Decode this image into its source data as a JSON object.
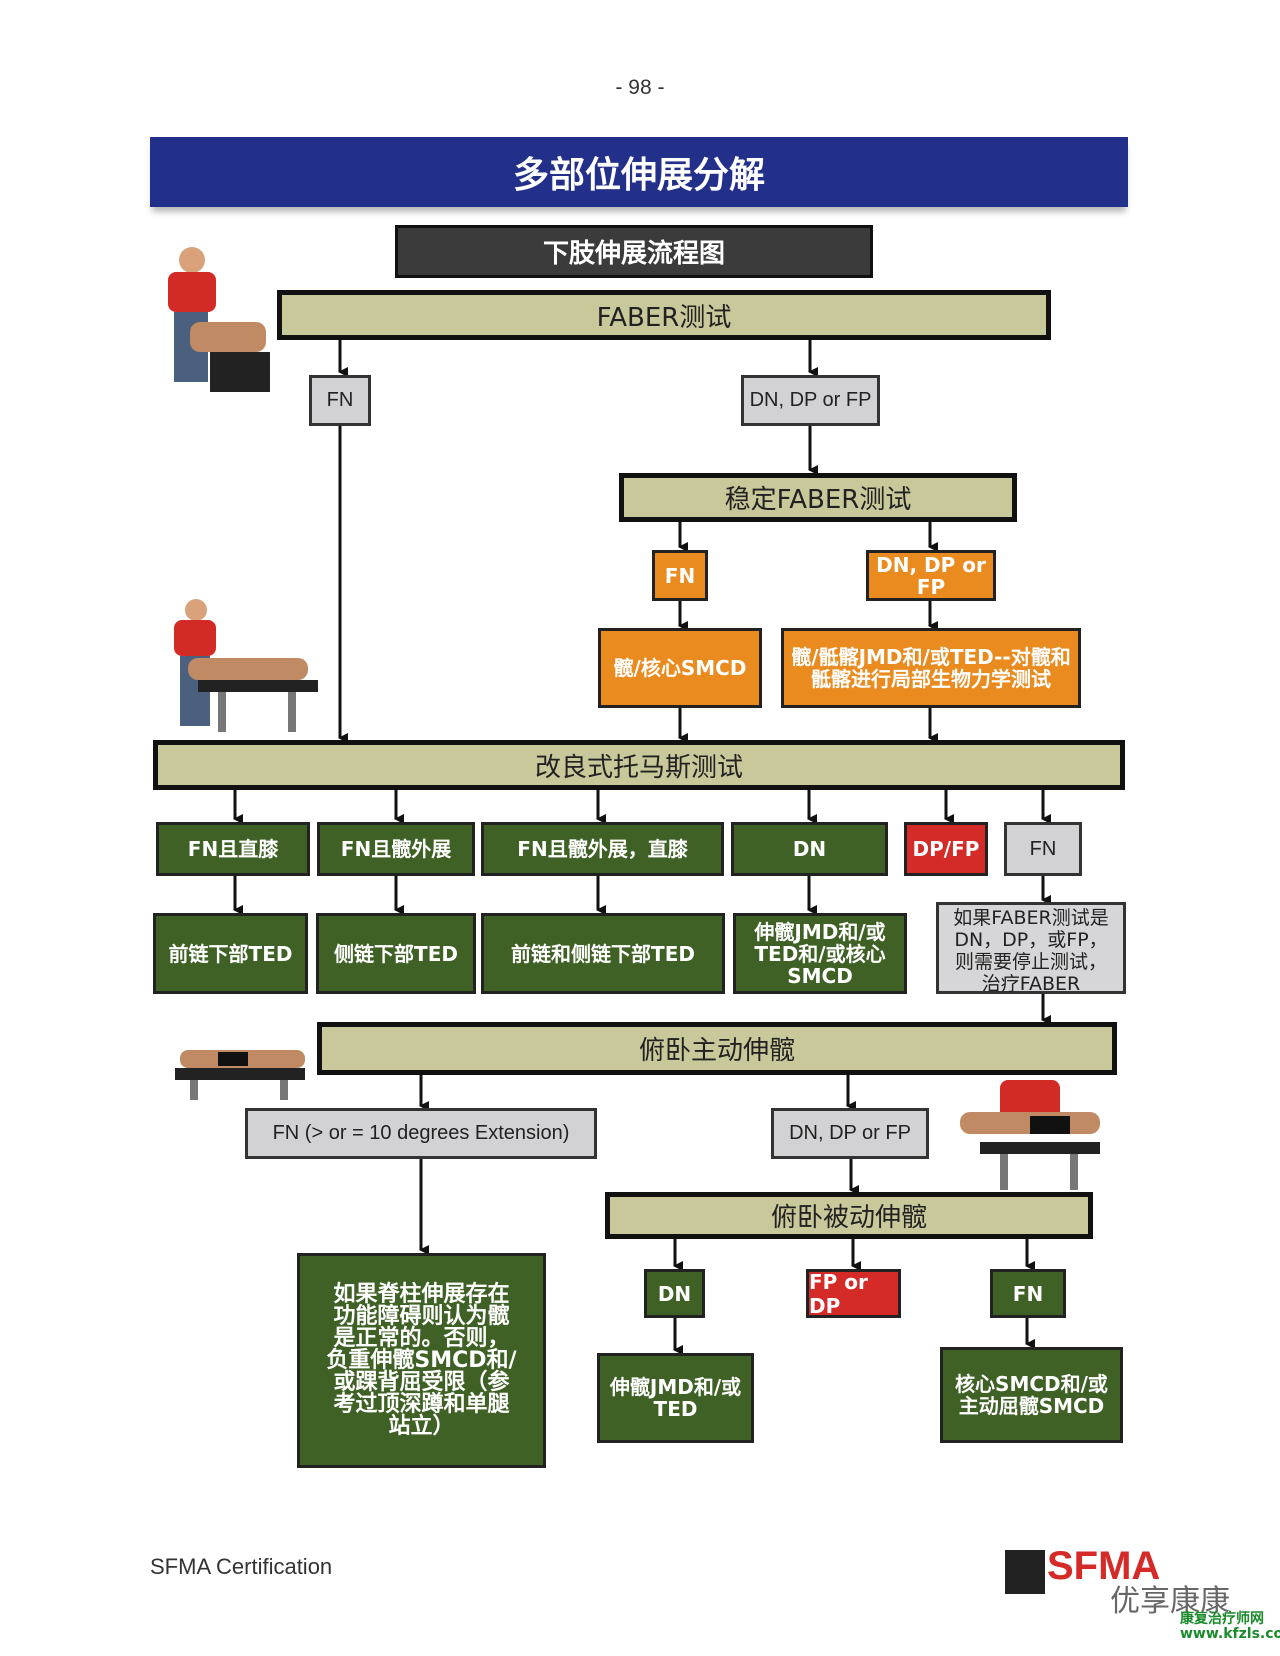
{
  "page_number": "- 98 -",
  "banner_title": "多部位伸展分解",
  "chart_title": "下肢伸展流程图",
  "faber": {
    "label": "FABER测试",
    "fn": "FN",
    "dn": "DN, DP or FP"
  },
  "stable_faber": {
    "label": "稳定FABER测试",
    "fn": "FN",
    "dn": "DN, DP or FP",
    "fn_result": "髋/核心SMCD",
    "dn_result_line1": "髋/骶髂JMD和/或TED--对髋和",
    "dn_result_line2": "骶髂进行局部生物力学测试"
  },
  "thomas": {
    "label": "改良式托马斯测试",
    "outcomes": [
      {
        "label": "FN且直膝",
        "result": "前链下部TED"
      },
      {
        "label": "FN且髋外展",
        "result": "侧链下部TED"
      },
      {
        "label": "FN且髋外展，直膝",
        "result": "前链和侧链下部TED"
      },
      {
        "label": "DN",
        "result_lines": [
          "伸髋JMD和/或",
          "TED和/或核心",
          "SMCD"
        ]
      },
      {
        "label": "DP/FP"
      },
      {
        "label": "FN",
        "note_lines": [
          "如果FABER测试是",
          "DN，DP，或FP，",
          "则需要停止测试，",
          "治疗FABER"
        ]
      }
    ]
  },
  "prone_active": {
    "label": "俯卧主动伸髋",
    "fn": "FN (> or = 10 degrees Extension)",
    "dn": "DN, DP or FP",
    "fn_note_lines": [
      "如果脊柱伸展存在",
      "功能障碍则认为髋",
      "是正常的。否则，",
      "负重伸髋SMCD和/",
      "或踝背屈受限（参",
      "考过顶深蹲和单腿",
      "站立）"
    ]
  },
  "prone_passive": {
    "label": "俯卧被动伸髋",
    "dn": "DN",
    "fp": "FP or DP",
    "fn": "FN",
    "dn_result_lines": [
      "伸髋JMD和/或",
      "TED"
    ],
    "fn_result_lines": [
      "核心SMCD和/或",
      "主动屈髋SMCD"
    ]
  },
  "footer": "SFMA Certification",
  "logo_text": "SFMA",
  "watermark": "优享康康",
  "watermark_site_line1": "康复治疗师网",
  "watermark_site_line2": "www.kfzls.com",
  "colors": {
    "banner": "#23308a",
    "khaki": "#c8c89a",
    "orange": "#e98b1f",
    "green": "#3f6125",
    "red": "#d42a28",
    "gray": "#d2d2d4"
  }
}
